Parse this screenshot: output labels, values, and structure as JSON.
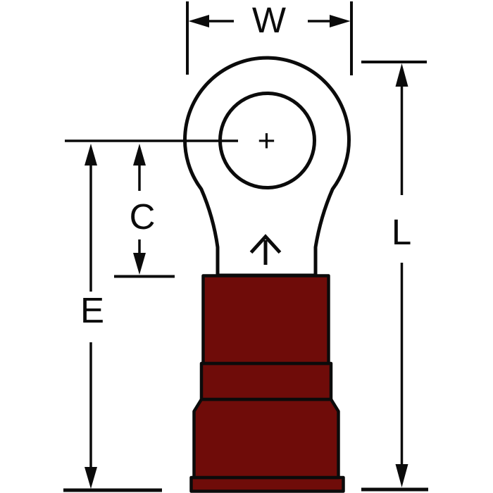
{
  "diagram": {
    "subject": "ring-terminal-dimension-drawing",
    "dimension_labels": {
      "w": "W",
      "c": "C",
      "e": "E",
      "l": "L"
    },
    "symbols": {
      "hole_center_mark": "+"
    },
    "icons": {
      "crimp_indicator": "up-arrow",
      "dimension_arrowheads": "solid-triangle"
    },
    "colors": {
      "line": "#0b0b0b",
      "insulation": "#6F0C09",
      "background": "#ffffff"
    }
  }
}
